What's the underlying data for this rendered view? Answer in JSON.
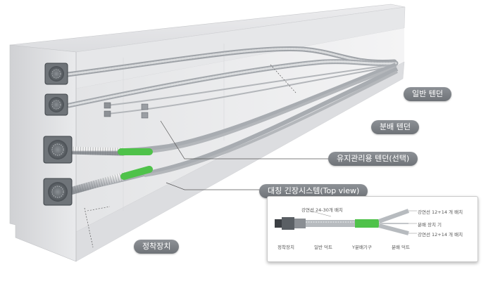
{
  "labels": {
    "general_tendon": "일반 텐던",
    "distribution_tendon": "분배 텐던",
    "maintenance_tendon": "유지관리용 텐던(선택)",
    "symmetric_system": "대칭 긴장시스템(Top view)",
    "anchorage": "정착장치"
  },
  "inset": {
    "top_label": "강연선 24-30개 배치",
    "right_labels": [
      "강연선 12+14 개 배치",
      "분배 장치 기",
      "강연선 12+14 개 배치"
    ],
    "bottom_labels": [
      "정착장치",
      "일반 덕트",
      "Y분배기구",
      "분배 덕트"
    ]
  },
  "colors": {
    "green_band": "#4fc24a",
    "pill_bg": "#7d8186",
    "beam_face": "#d9dadd"
  }
}
